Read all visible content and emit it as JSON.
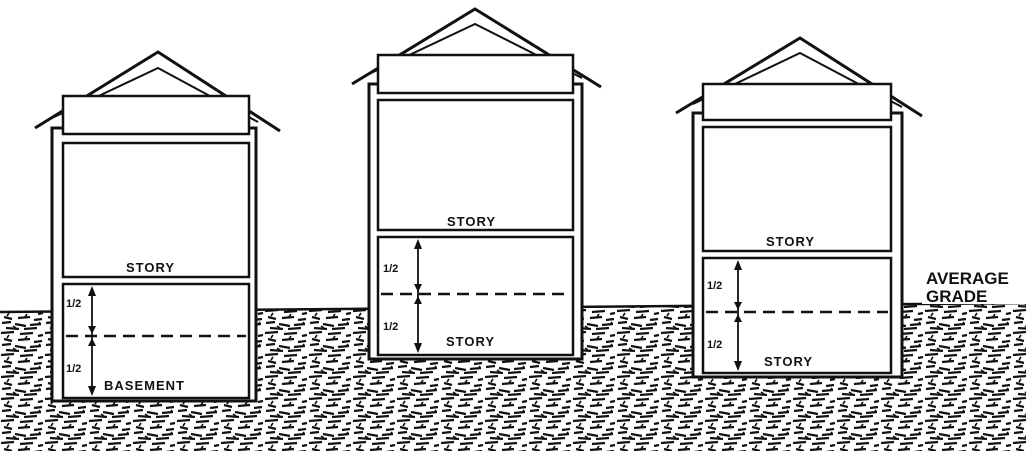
{
  "labels": {
    "story": "STORY",
    "basement": "BASEMENT",
    "half": "1/2",
    "average_grade_line1": "AVERAGE",
    "average_grade_line2": "GRADE"
  }
}
